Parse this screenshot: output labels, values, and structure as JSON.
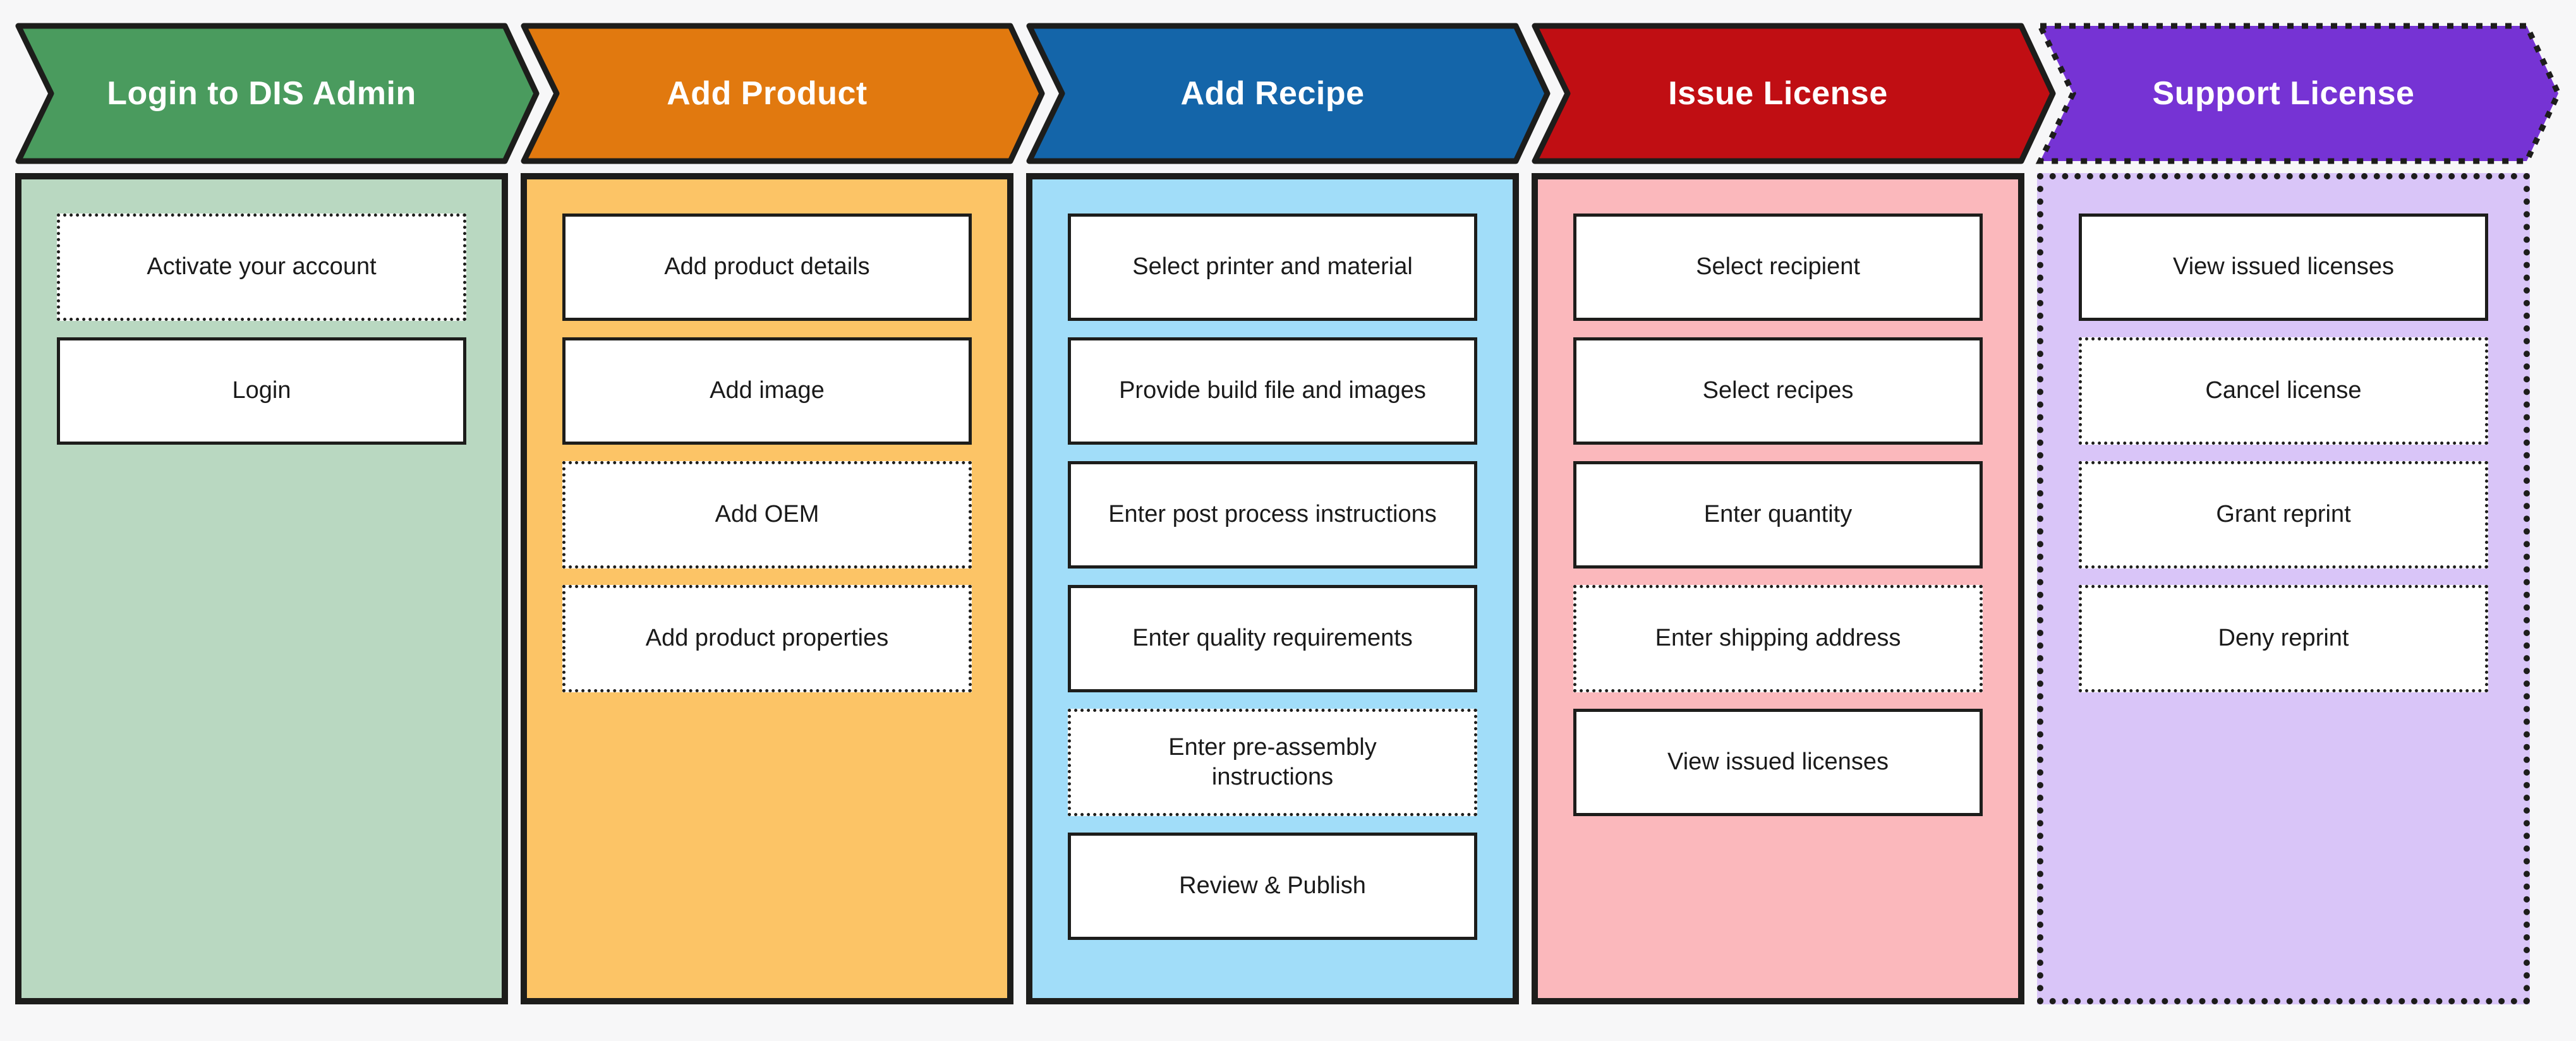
{
  "palette": {
    "background": "#F7F7F8",
    "outline": "#1D1D1B",
    "box_fill": "#FFFFFF",
    "box_text": "#1A1A1A",
    "header_text": "#FFFFFF"
  },
  "phases": [
    {
      "title": "Login to DIS Admin",
      "header_color": "#4A9B5E",
      "body_color": "#B9D8C1",
      "container_border": "solid",
      "steps": [
        {
          "label": "Activate your account",
          "border": "dotted"
        },
        {
          "label": "Login",
          "border": "solid"
        }
      ]
    },
    {
      "title": "Add Product",
      "header_color": "#E1790F",
      "body_color": "#FCC466",
      "container_border": "solid",
      "steps": [
        {
          "label": "Add product details",
          "border": "solid"
        },
        {
          "label": "Add image",
          "border": "solid"
        },
        {
          "label": "Add OEM",
          "border": "dotted"
        },
        {
          "label": "Add product properties",
          "border": "dotted"
        }
      ]
    },
    {
      "title": "Add Recipe",
      "header_color": "#1465A9",
      "body_color": "#A1DDF9",
      "container_border": "solid",
      "steps": [
        {
          "label": "Select printer and material",
          "border": "solid"
        },
        {
          "label": "Provide build file and images",
          "border": "solid"
        },
        {
          "label": "Enter post process instructions",
          "border": "solid"
        },
        {
          "label": "Enter quality requirements",
          "border": "solid"
        },
        {
          "label": "Enter pre-assembly instructions",
          "border": "dotted"
        },
        {
          "label": "Review & Publish",
          "border": "solid"
        }
      ]
    },
    {
      "title": "Issue License",
      "header_color": "#C00E13",
      "body_color": "#FBB8BC",
      "container_border": "solid",
      "steps": [
        {
          "label": "Select recipient",
          "border": "solid"
        },
        {
          "label": "Select recipes",
          "border": "solid"
        },
        {
          "label": "Enter quantity",
          "border": "solid"
        },
        {
          "label": "Enter shipping address",
          "border": "dotted"
        },
        {
          "label": "View issued licenses",
          "border": "solid"
        }
      ]
    },
    {
      "title": "Support License",
      "header_color": "#7633D4",
      "body_color": "#D9C5F8",
      "container_border": "dotted",
      "steps": [
        {
          "label": "View issued licenses",
          "border": "solid"
        },
        {
          "label": "Cancel license",
          "border": "dotted"
        },
        {
          "label": "Grant reprint",
          "border": "dotted"
        },
        {
          "label": "Deny reprint",
          "border": "dotted"
        }
      ]
    }
  ]
}
